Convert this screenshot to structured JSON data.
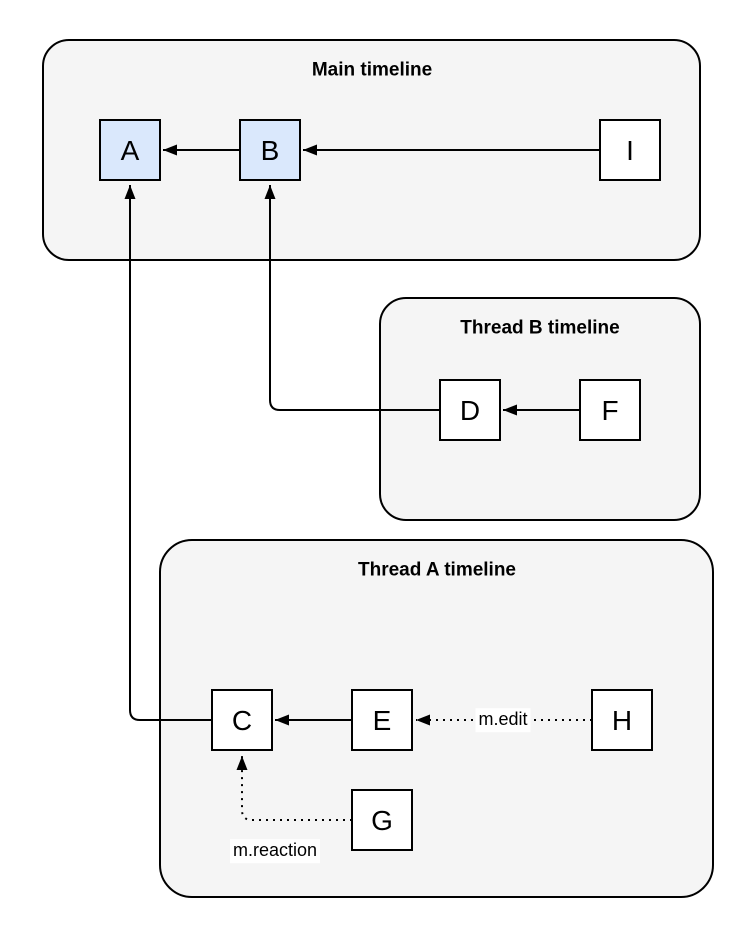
{
  "diagram": {
    "type": "event-dag-timelines",
    "containers": [
      {
        "id": "main",
        "label": "Main timeline"
      },
      {
        "id": "thread-b",
        "label": "Thread B timeline"
      },
      {
        "id": "thread-a",
        "label": "Thread A timeline"
      }
    ],
    "nodes": [
      {
        "id": "A",
        "label": "A",
        "container": "main",
        "fill": "#dae8fc"
      },
      {
        "id": "B",
        "label": "B",
        "container": "main",
        "fill": "#dae8fc"
      },
      {
        "id": "I",
        "label": "I",
        "container": "main",
        "fill": "#ffffff"
      },
      {
        "id": "D",
        "label": "D",
        "container": "thread-b",
        "fill": "#ffffff"
      },
      {
        "id": "F",
        "label": "F",
        "container": "thread-b",
        "fill": "#ffffff"
      },
      {
        "id": "C",
        "label": "C",
        "container": "thread-a",
        "fill": "#ffffff"
      },
      {
        "id": "E",
        "label": "E",
        "container": "thread-a",
        "fill": "#ffffff"
      },
      {
        "id": "H",
        "label": "H",
        "container": "thread-a",
        "fill": "#ffffff"
      },
      {
        "id": "G",
        "label": "G",
        "container": "thread-a",
        "fill": "#ffffff"
      }
    ],
    "edges": [
      {
        "from": "B",
        "to": "A",
        "style": "solid",
        "label": ""
      },
      {
        "from": "I",
        "to": "B",
        "style": "solid",
        "label": ""
      },
      {
        "from": "F",
        "to": "D",
        "style": "solid",
        "label": ""
      },
      {
        "from": "D",
        "to": "B",
        "style": "solid",
        "label": ""
      },
      {
        "from": "C",
        "to": "A",
        "style": "solid",
        "label": ""
      },
      {
        "from": "E",
        "to": "C",
        "style": "solid",
        "label": ""
      },
      {
        "from": "H",
        "to": "E",
        "style": "dotted",
        "label": "m.edit"
      },
      {
        "from": "G",
        "to": "C",
        "style": "dotted",
        "label": "m.reaction"
      }
    ],
    "colors": {
      "container_fill": "#f5f5f5",
      "container_stroke": "#000000",
      "node_fill_default": "#ffffff",
      "node_fill_highlight": "#dae8fc",
      "node_stroke": "#000000",
      "edge_color": "#000000",
      "background": "#ffffff"
    }
  }
}
